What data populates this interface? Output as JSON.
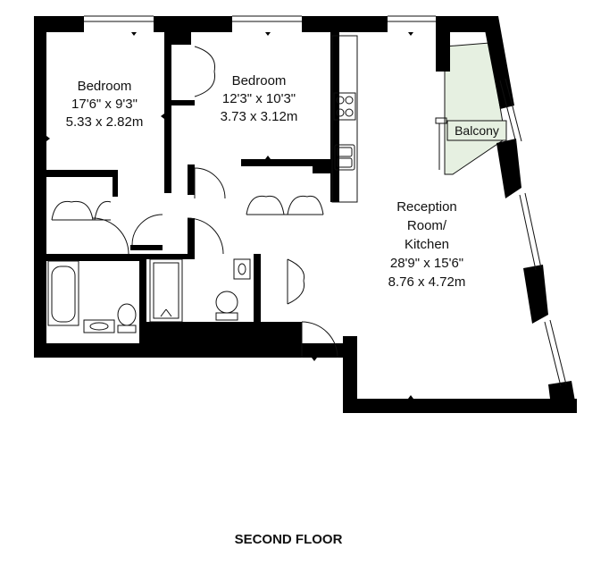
{
  "floor_title": "SECOND FLOOR",
  "rooms": [
    {
      "id": "bedroom_1",
      "name": "Bedroom",
      "imperial": "17'6\" x 9'3\"",
      "metric": "5.33 x 2.82m"
    },
    {
      "id": "bedroom_2",
      "name": "Bedroom",
      "imperial": "12'3\" x 10'3\"",
      "metric": "3.73 x 3.12m"
    },
    {
      "id": "reception",
      "name_line1": "Reception",
      "name_line2": "Room/",
      "name_line3": "Kitchen",
      "imperial": "28'9\" x 15'6\"",
      "metric": "8.76 x 4.72m"
    }
  ],
  "balcony": {
    "label": "Balcony",
    "fill": "#e6f0e1"
  },
  "colors": {
    "wall": "#000000",
    "fixture_stroke": "#111111",
    "background": "#ffffff"
  },
  "icons": [
    "entrance-arrow-icon",
    "door-swing-icon",
    "bathtub-icon",
    "shower-icon",
    "toilet-icon",
    "sink-icon",
    "hob-icon",
    "kitchen-sink-icon",
    "wardrobe-icon",
    "window-icon"
  ]
}
